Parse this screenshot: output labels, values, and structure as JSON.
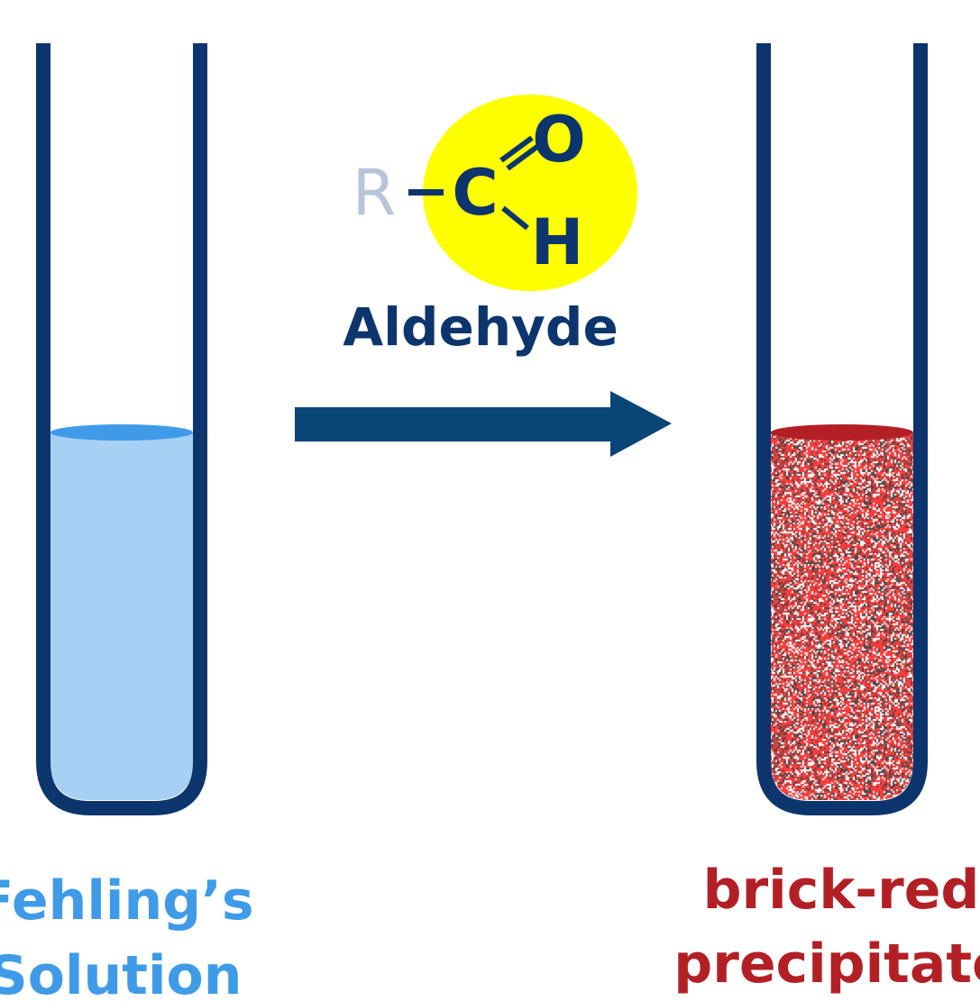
{
  "reagent": {
    "label_line1": "Fehling’s",
    "label_line2": "Solution"
  },
  "product": {
    "label_line1": "brick-red",
    "label_line2": "precipitate"
  },
  "aldehyde": {
    "label": "Aldehyde",
    "atoms": {
      "r": "R",
      "c": "C",
      "o": "O",
      "h": "H"
    }
  },
  "colors": {
    "tube": "#0d356d",
    "solution_fill": "#a6d0f4",
    "solution_surface": "#3f9be8",
    "precipitate_surface": "#b22025",
    "precipitate_red": "#ff3b3b",
    "precipitate_dark": "#4a4a4a",
    "highlight": "#ffff00",
    "arrow": "#0a4577",
    "r_group": "#b8c5d8",
    "reagent_text": "#3f9be8",
    "product_text": "#b22025",
    "aldehyde_text": "#0d356d"
  }
}
